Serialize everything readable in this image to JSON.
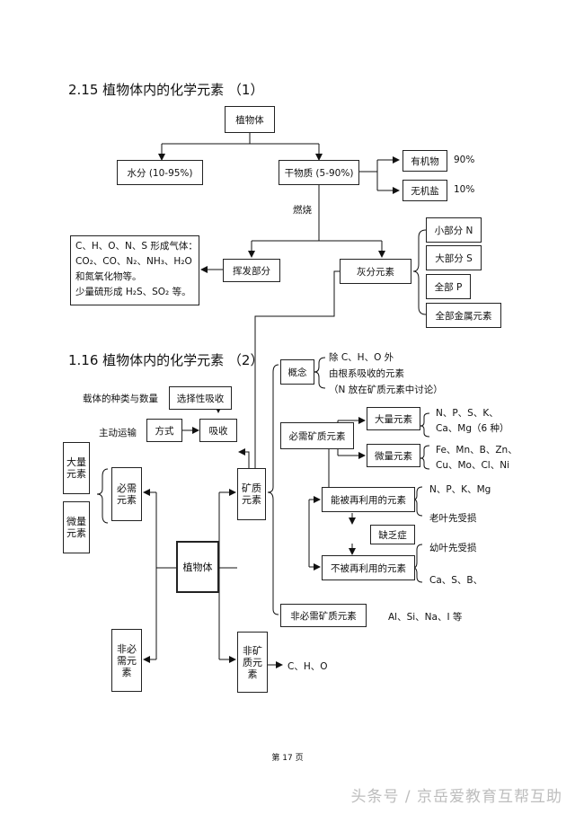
{
  "section1": {
    "title": "2.15 植物体内的化学元素 （1）",
    "root": "植物体",
    "water": "水分 (10-95%)",
    "dry": "干物质 (5-90%)",
    "organic": "有机物",
    "organic_pct": "90%",
    "inorganic": "无机盐",
    "inorganic_pct": "10%",
    "burn": "燃烧",
    "volatile": "挥发部分",
    "ash": "灰分元素",
    "ash_items": [
      "小部分 N",
      "大部分 S",
      "全部 P",
      "全部金属元素"
    ],
    "gas_note": [
      "C、H、O、N、S 形成气体：",
      "CO₂、CO、N₂、NH₃、H₂O",
      "和氮氧化物等。",
      "少量硫形成 H₂S、SO₂ 等。"
    ]
  },
  "section2": {
    "title": "1.16 植物体内的化学元素 （2）",
    "concept": "概念",
    "concept_lines": [
      "除 C、H、O 外",
      "由根系吸收的元素",
      "（N 放在矿质元素中讨论）"
    ],
    "carrier": "载体的种类与数量",
    "selective": "选择性吸收",
    "active": "主动运输",
    "method": "方式",
    "absorb": "吸收",
    "essential_mineral": "必需矿质元素",
    "macro": "大量元素",
    "macro_list": [
      "N、P、S、K、",
      "Ca、Mg（6 种）"
    ],
    "micro": "微量元素",
    "micro_list": [
      "Fe、Mn、B、Zn、",
      "Cu、Mo、Cl、Ni"
    ],
    "reusable": "能被再利用的元素",
    "reusable_list": "N、P、K、Mg",
    "old_leaf": "老叶先受损",
    "deficiency": "缺乏症",
    "young_leaf": "幼叶先受损",
    "nonreusable": "不被再利用的元素",
    "nonreusable_list": "Ca、S、B、",
    "nonessential_mineral": "非必需矿质元素",
    "nonessential_list": "Al、Si、Na、I 等",
    "plant": "植物体",
    "mineral": "矿质元素",
    "essential": "必需元素",
    "nonessential": "非必需元素",
    "macro_el": "大量元素",
    "micro_el": "微量元素",
    "nonmineral": "非矿质元素",
    "nonmineral_list": "C、H、O"
  },
  "footer": {
    "page": "第 17 页"
  },
  "watermark": "头条号 / 京岳爱教育互帮互助"
}
